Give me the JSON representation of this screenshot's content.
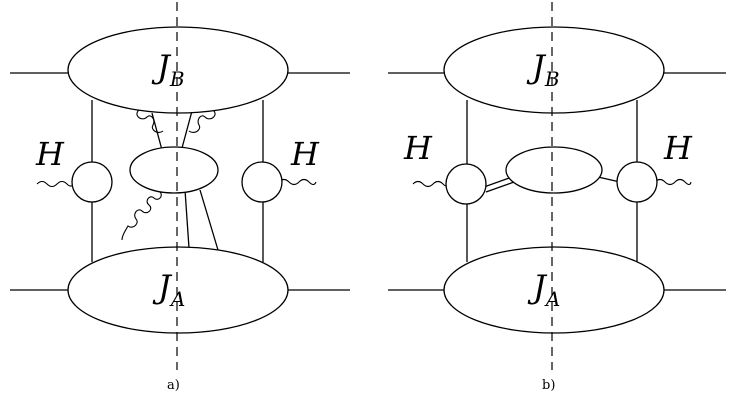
{
  "panels": [
    {
      "caption": "a)",
      "top_blob": {
        "main": "J",
        "sub": "B"
      },
      "bottom_blob": {
        "main": "J",
        "sub": "A"
      },
      "left_vertex": "H",
      "right_vertex": "H"
    },
    {
      "caption": "b)",
      "top_blob": {
        "main": "J",
        "sub": "B"
      },
      "bottom_blob": {
        "main": "J",
        "sub": "A"
      },
      "left_vertex": "H",
      "right_vertex": "H"
    }
  ],
  "colors": {
    "ink": "#000000",
    "paper": "#ffffff"
  }
}
